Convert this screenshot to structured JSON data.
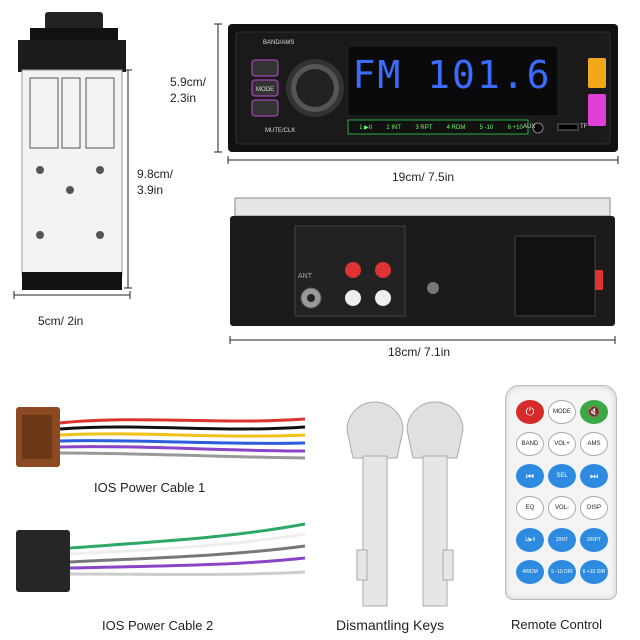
{
  "dimensions": {
    "side_height": "9.8cm/ 3.9in",
    "side_width": "5cm/ 2in",
    "front_height": "5.9cm/ 2.3in",
    "front_width": "19cm/ 7.5in",
    "back_width": "18cm/ 7.1in"
  },
  "front_panel": {
    "display_text": "FM 101.6",
    "btn_band": "BAND/AMS",
    "btn_mode": "MODE",
    "btn_mute": "MUTE/CLK",
    "preset_1": "1 ▶II",
    "preset_2": "2 INT",
    "preset_3": "3 RPT",
    "preset_4": "4 RDM",
    "preset_5": "5 -10",
    "preset_6": "6 +10",
    "aux_label": "AUX",
    "tf_label": "TF"
  },
  "back_panel": {
    "ant_label": "ANT"
  },
  "captions": {
    "cable1": "IOS Power Cable 1",
    "cable2": "IOS Power Cable 2",
    "keys": "Dismantling Keys",
    "remote": "Remote Control"
  },
  "remote": {
    "buttons": [
      [
        "⏻",
        "MODE",
        "🔇"
      ],
      [
        "BAND",
        "VOL+",
        "AMS"
      ],
      [
        "⏮",
        "SEL",
        "⏭"
      ],
      [
        "EQ",
        "VOL-",
        "DISP"
      ],
      [
        "1/▶II",
        "2/INT",
        "3/RPT"
      ],
      [
        "4/RDM",
        "5 -10 DIR",
        "6 +10 DIR"
      ]
    ]
  },
  "colors": {
    "display_blue": "#3a6dff",
    "cable_brown": "#8b4a22",
    "usb_orange": "#f2a81a",
    "usb_pink": "#e23fd8"
  }
}
